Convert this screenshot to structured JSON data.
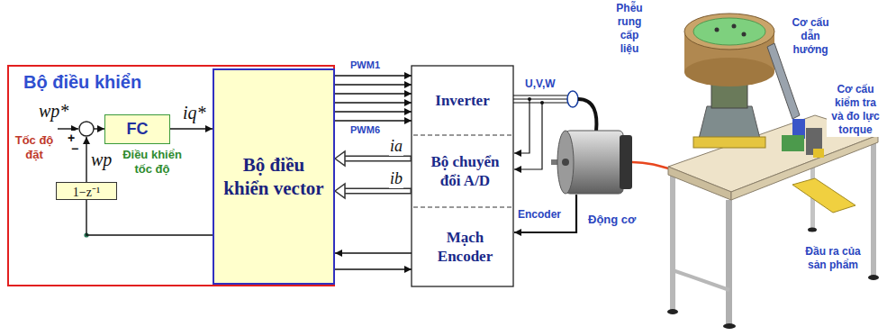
{
  "diagram": {
    "nodes": [
      {
        "text": [
          "Bộ điều khiển"
        ]
      },
      {
        "text": [
          "FC",
          "Điều khiển tốc độ"
        ],
        "in": 0
      },
      {
        "text": [
          "Bộ điều khiển vector"
        ],
        "in": 0
      },
      {
        "text": [
          "1−z⁻¹"
        ],
        "in": 0
      },
      {
        "text": [
          "Inverter"
        ]
      },
      {
        "text": [
          "Bộ chuyển đổi A/D"
        ]
      },
      {
        "text": [
          "Mạch Encoder"
        ]
      }
    ],
    "edges": [
      {
        "from": 1,
        "to": 2,
        "arrow": "to",
        "label": "iq*"
      },
      {
        "from": 2,
        "to": 4,
        "arrow": "to",
        "label": "PWM1"
      },
      {
        "from": 2,
        "to": 4,
        "arrow": "to"
      },
      {
        "from": 2,
        "to": 4,
        "arrow": "to"
      },
      {
        "from": 2,
        "to": 4,
        "arrow": "to"
      },
      {
        "from": 2,
        "to": 4,
        "arrow": "to"
      },
      {
        "from": 2,
        "to": 4,
        "arrow": "to",
        "label": "PWM6"
      },
      {
        "from": 5,
        "to": 2,
        "arrow": "to",
        "label": "ia"
      },
      {
        "from": 5,
        "to": 2,
        "arrow": "to",
        "label": "ib"
      },
      {
        "from": 6,
        "to": 2,
        "arrow": "to"
      },
      {
        "from": 2,
        "to": 6,
        "arrow": "to"
      },
      {
        "from": 2,
        "to": 3,
        "arrow": "none"
      }
    ],
    "labels": [
      "wp*",
      "Tốc độ đặt",
      "+",
      "−",
      "wp",
      "U,V,W",
      "Encoder",
      "Động cơ",
      "Phễu rung cấp liệu",
      "Cơ cấu dẫn hướng",
      "Cơ cấu kiểm tra và đo lực torque",
      "Đầu ra của sản phẩm"
    ]
  }
}
